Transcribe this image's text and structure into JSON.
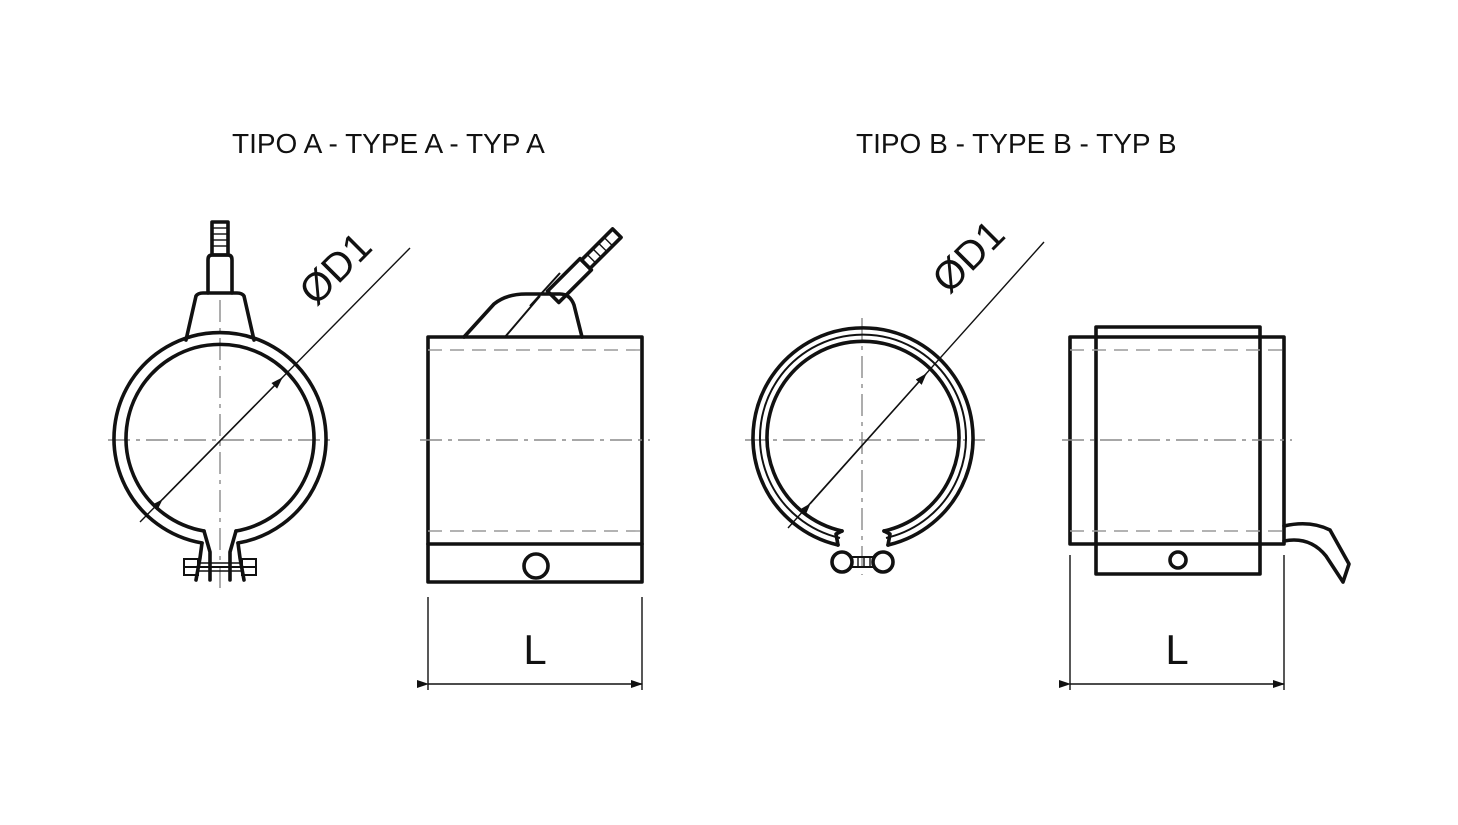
{
  "titles": {
    "type_a": "TIPO A - TYPE A - TYP A",
    "type_b": "TIPO B - TYPE B - TYP B"
  },
  "labels": {
    "diameter_a": "ØD1",
    "diameter_b": "ØD1",
    "length_a": "L",
    "length_b": "L"
  },
  "colors": {
    "line": "#111111",
    "center_line": "#8a8a8a"
  }
}
